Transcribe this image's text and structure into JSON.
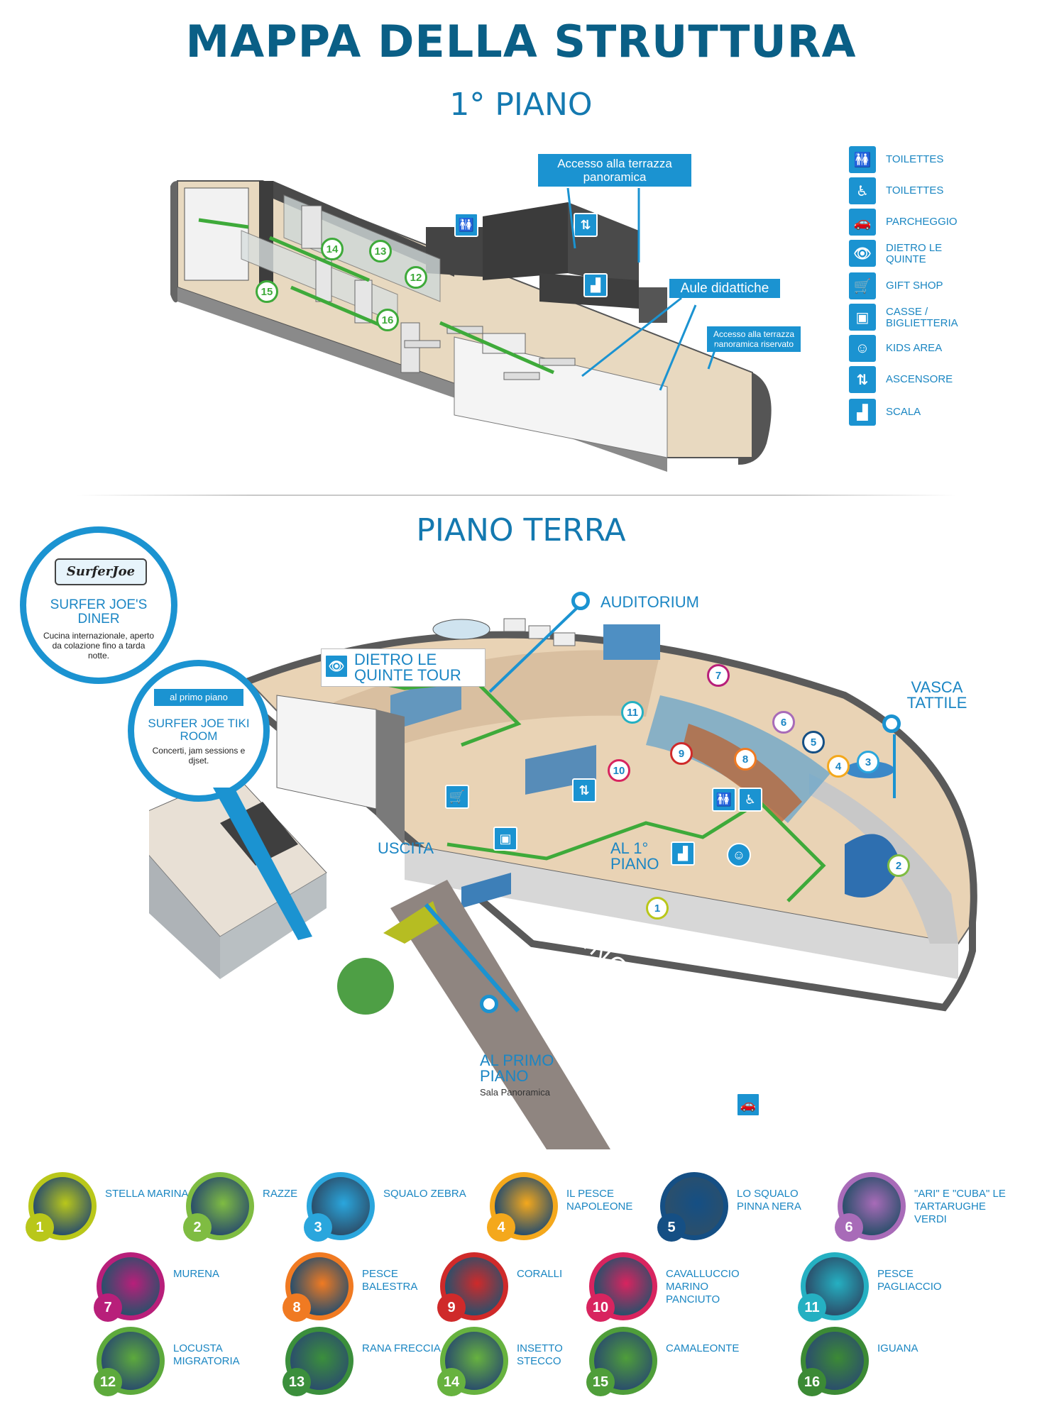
{
  "header": {
    "title": "MAPPA DELLA STRUTTURA",
    "first_floor": "1° PIANO",
    "ground_floor": "PIANO TERRA"
  },
  "legend": [
    {
      "icon": "toilets-icon",
      "glyph": "🚻",
      "label": "TOILETTES"
    },
    {
      "icon": "accessible-toilet-icon",
      "glyph": "♿",
      "label": "TOILETTES"
    },
    {
      "icon": "parking-icon",
      "glyph": "🚗",
      "label": "PARCHEGGIO"
    },
    {
      "icon": "eye-icon",
      "glyph": "👁",
      "label": "DIETRO LE QUINTE"
    },
    {
      "icon": "cart-icon",
      "glyph": "🛒",
      "label": "GIFT SHOP"
    },
    {
      "icon": "cash-register-icon",
      "glyph": "▣",
      "label": "CASSE / BIGLIETTERIA"
    },
    {
      "icon": "smiley-icon",
      "glyph": "☺",
      "label": "KIDS AREA"
    },
    {
      "icon": "elevator-icon",
      "glyph": "⇅",
      "label": "ASCENSORE"
    },
    {
      "icon": "stairs-icon",
      "glyph": "▟",
      "label": "SCALA"
    }
  ],
  "first_floor_labels": {
    "terrace": "Accesso alla terrazza panoramica",
    "classrooms": "Aule didattiche",
    "terrace_reserved": "Accesso alla terrazza panoramica riservato"
  },
  "first_floor_numbers": [
    "14",
    "13",
    "12",
    "15",
    "16"
  ],
  "ground_floor_labels": {
    "auditorium": "AUDITORIUM",
    "behind_scenes": "DIETRO LE QUINTE TOUR",
    "touch_tank": "VASCA TATTILE",
    "exit": "USCITA",
    "to_first_floor": "AL 1° PIANO",
    "entrance": "INGRESSO",
    "to_first_floor_2": "AL PRIMO PIANO",
    "panoramic_room": "Sala Panoramica"
  },
  "diner": {
    "logo": "SurferJoe",
    "name": "SURFER JOE'S DINER",
    "desc": "Cucina internazionale, aperto da colazione fino a tarda notte."
  },
  "tiki": {
    "badge": "al primo piano",
    "name": "SURFER JOE TIKI ROOM",
    "desc": "Concerti, jam sessions e djset."
  },
  "ground_numbers": [
    "1",
    "2",
    "3",
    "4",
    "5",
    "6",
    "7",
    "8",
    "9",
    "10",
    "11"
  ],
  "species": [
    {
      "num": "1",
      "label": "STELLA MARINA",
      "color": "#b9c71a"
    },
    {
      "num": "2",
      "label": "RAZZE",
      "color": "#7fbc42"
    },
    {
      "num": "3",
      "label": "SQUALO ZEBRA",
      "color": "#2aa6dd"
    },
    {
      "num": "4",
      "label": "IL PESCE NAPOLEONE",
      "color": "#f4a81c"
    },
    {
      "num": "5",
      "label": "LO SQUALO PINNA NERA",
      "color": "#154f84"
    },
    {
      "num": "6",
      "label": "\"ARI\" E \"CUBA\" LE TARTARUGHE VERDI",
      "color": "#a86bb8"
    },
    {
      "num": "7",
      "label": "MURENA",
      "color": "#b81f7a"
    },
    {
      "num": "8",
      "label": "PESCE BALESTRA",
      "color": "#f07a22"
    },
    {
      "num": "9",
      "label": "CORALLI",
      "color": "#cf2a2a"
    },
    {
      "num": "10",
      "label": "CAVALLUCCIO MARINO PANCIUTO",
      "color": "#d8245f"
    },
    {
      "num": "11",
      "label": "PESCE PAGLIACCIO",
      "color": "#25b0c2"
    },
    {
      "num": "12",
      "label": "LOCUSTA MIGRATORIA",
      "color": "#5daa3c"
    },
    {
      "num": "13",
      "label": "RANA FRECCIA",
      "color": "#3b8f3c"
    },
    {
      "num": "14",
      "label": "INSETTO STECCO",
      "color": "#67b23f"
    },
    {
      "num": "15",
      "label": "CAMALEONTE",
      "color": "#4f9e3a"
    },
    {
      "num": "16",
      "label": "IGUANA",
      "color": "#3c8a35"
    }
  ]
}
